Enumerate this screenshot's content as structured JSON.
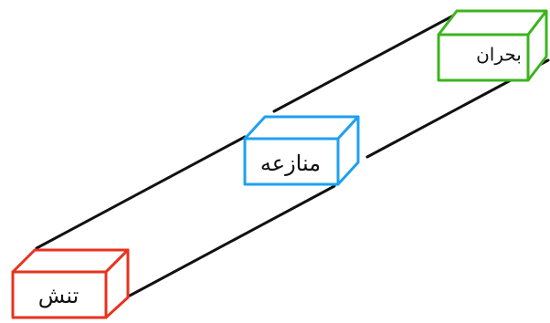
{
  "diagram": {
    "stages": [
      {
        "id": "tension",
        "label": "تنش",
        "color": "#e8321e"
      },
      {
        "id": "conflict",
        "label": "منازعه",
        "color": "#1ea0f0"
      },
      {
        "id": "crisis",
        "label": "بحران",
        "color": "#3cb41e"
      }
    ],
    "rail_color": "#111111"
  }
}
